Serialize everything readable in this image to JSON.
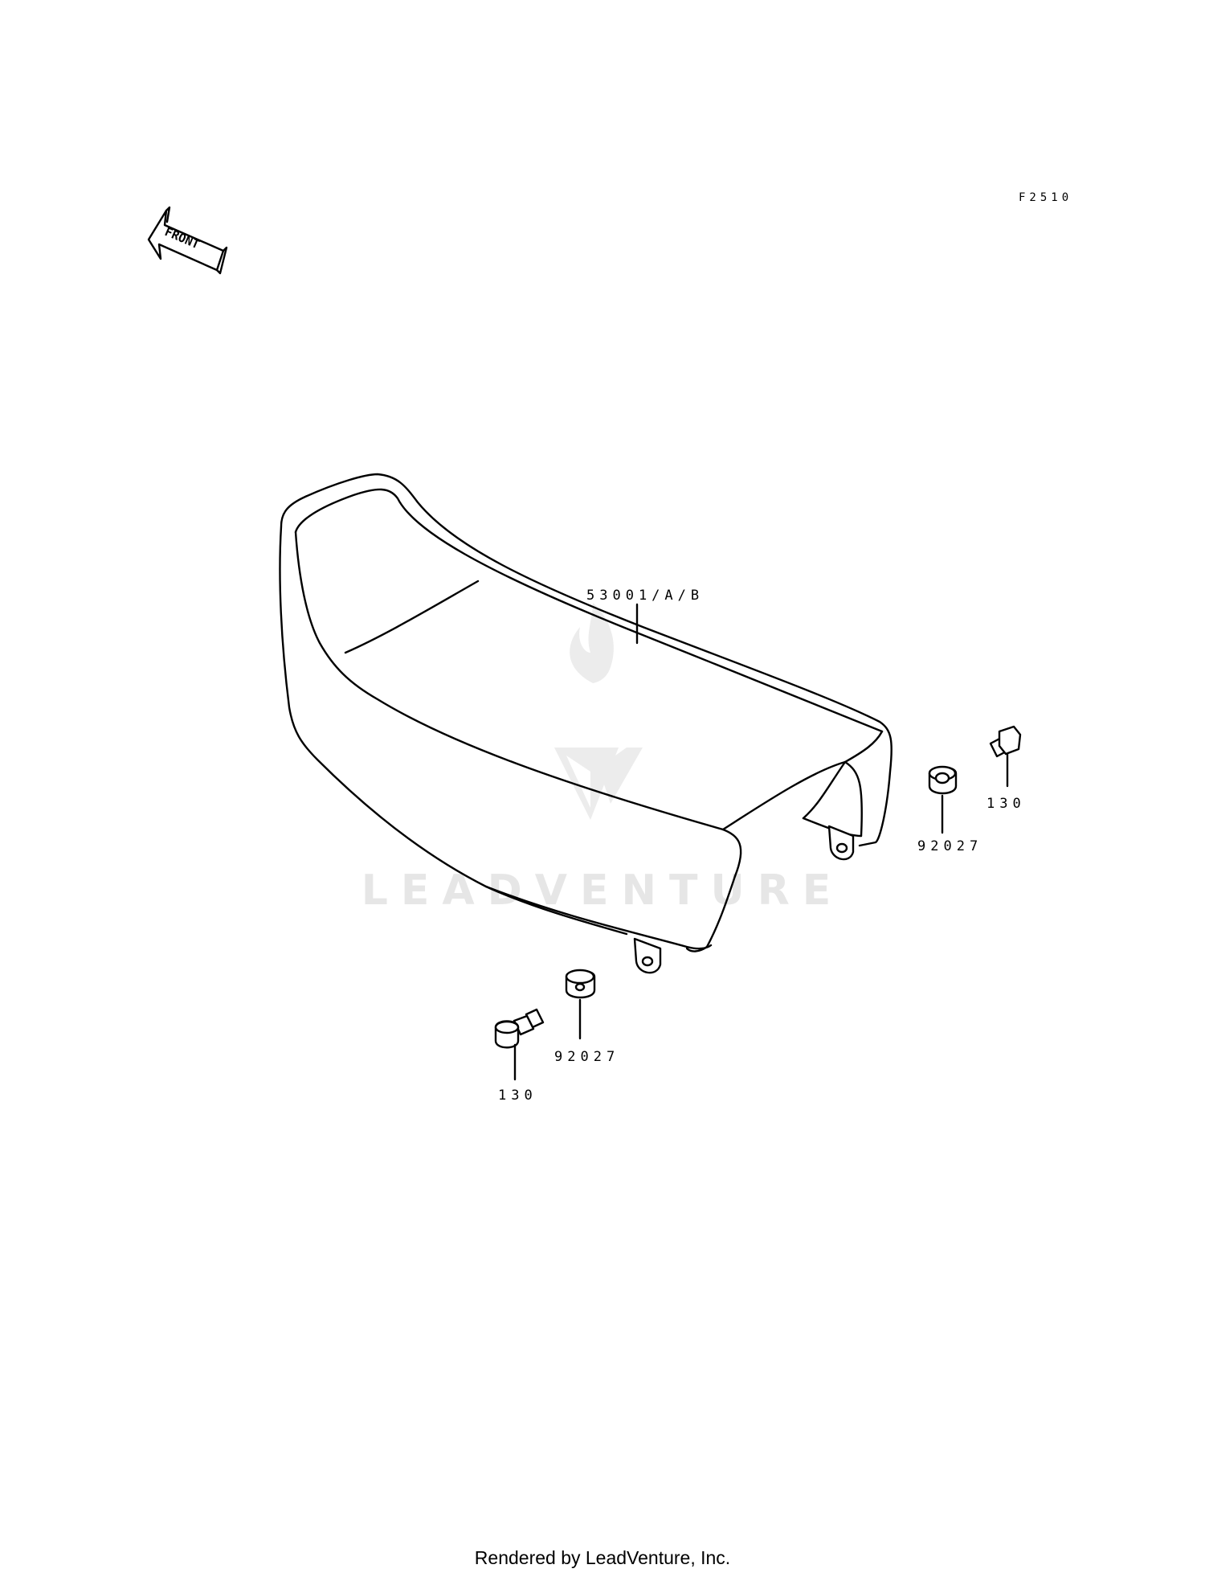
{
  "figure_code": "F2510",
  "front_label": "FRONT",
  "watermark": "LEADVENTURE",
  "callouts": {
    "seat": "53001/A/B",
    "bolt_right": "130",
    "collar_right": "92027",
    "bolt_left": "130",
    "collar_left": "92027"
  },
  "footer": "Rendered by LeadVenture, Inc."
}
